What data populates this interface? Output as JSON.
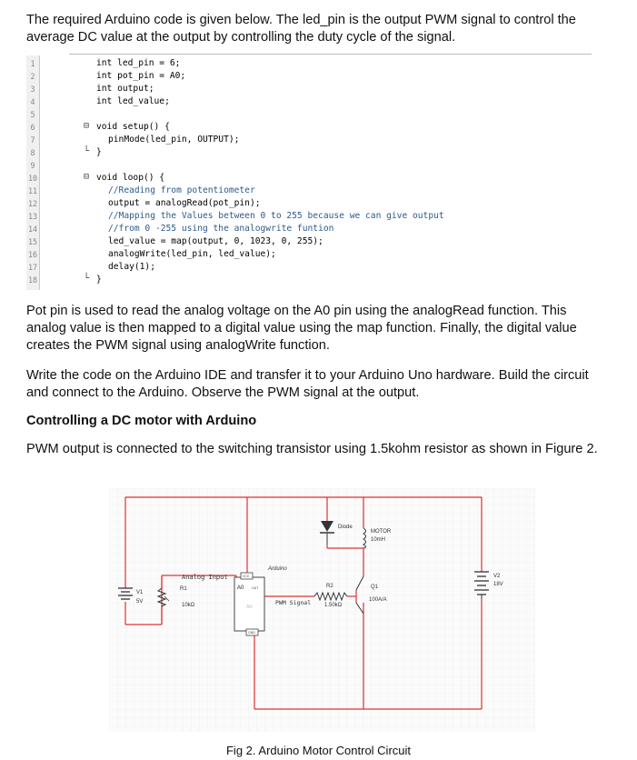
{
  "intro": "The required Arduino code is given below. The led_pin is the output PWM signal to control the average DC value at the output by controlling the duty cycle of the signal.",
  "code": {
    "lines": [
      {
        "n": "1",
        "text": "int led_pin = 6;",
        "kind": "plain"
      },
      {
        "n": "2",
        "text": "int pot_pin = A0;",
        "kind": "plain"
      },
      {
        "n": "3",
        "text": "int output;",
        "kind": "plain"
      },
      {
        "n": "4",
        "text": "int led_value;",
        "kind": "plain"
      },
      {
        "n": "5",
        "text": "",
        "kind": "plain"
      },
      {
        "n": "6",
        "text": "void setup() {",
        "kind": "plain"
      },
      {
        "n": "7",
        "text": "pinMode(led_pin, OUTPUT);",
        "kind": "plain"
      },
      {
        "n": "8",
        "text": "}",
        "kind": "plain"
      },
      {
        "n": "9",
        "text": "",
        "kind": "plain"
      },
      {
        "n": "10",
        "text": "void loop() {",
        "kind": "plain"
      },
      {
        "n": "11",
        "text": "//Reading from potentiometer",
        "kind": "comment"
      },
      {
        "n": "12",
        "text": "output = analogRead(pot_pin);",
        "kind": "plain"
      },
      {
        "n": "13",
        "text": "//Mapping the Values between 0 to 255 because we can give output",
        "kind": "comment"
      },
      {
        "n": "14",
        "text": "//from 0 -255 using the analogwrite funtion",
        "kind": "comment"
      },
      {
        "n": "15",
        "text": "led_value = map(output, 0, 1023, 0, 255);",
        "kind": "plain"
      },
      {
        "n": "16",
        "text": "analogWrite(led_pin, led_value);",
        "kind": "plain"
      },
      {
        "n": "17",
        "text": "delay(1);",
        "kind": "plain"
      },
      {
        "n": "18",
        "text": "}",
        "kind": "plain"
      }
    ]
  },
  "para1": "Pot pin is used to read the analog voltage on the A0 pin using the analogRead function. This analog value is then mapped to a digital value using the map function. Finally, the digital value creates the PWM signal using analogWrite function.",
  "para2": "Write the code on the Arduino IDE and transfer it to your Arduino Uno hardware. Build the circuit and connect to the Arduino. Observe the PWM signal at the output.",
  "heading": "Controlling a DC motor with Arduino",
  "para3": "PWM output is connected to the switching transistor using 1.5kohm resistor as shown in Figure 2.",
  "circuit": {
    "diode": "Diode",
    "motor": "MOTOR",
    "motor_value": "10mH",
    "arduino": "Arduino",
    "vcc": "VCC",
    "a0": "A0",
    "out": "OUT",
    "gnd": "GND",
    "a0_faint": "A0",
    "analog_input": "Analog Input",
    "r1": "R1",
    "r1_value": "10kΩ",
    "v1": "V1",
    "v1_value": "5V",
    "r2": "R2",
    "r2_value": "1.50kΩ",
    "pwm_signal": "PWM Signal",
    "q1": "Q1",
    "q1_value": "100A/A",
    "v2": "V2",
    "v2_value": "18V"
  },
  "caption": "Fig 2. Arduino Motor Control Circuit"
}
